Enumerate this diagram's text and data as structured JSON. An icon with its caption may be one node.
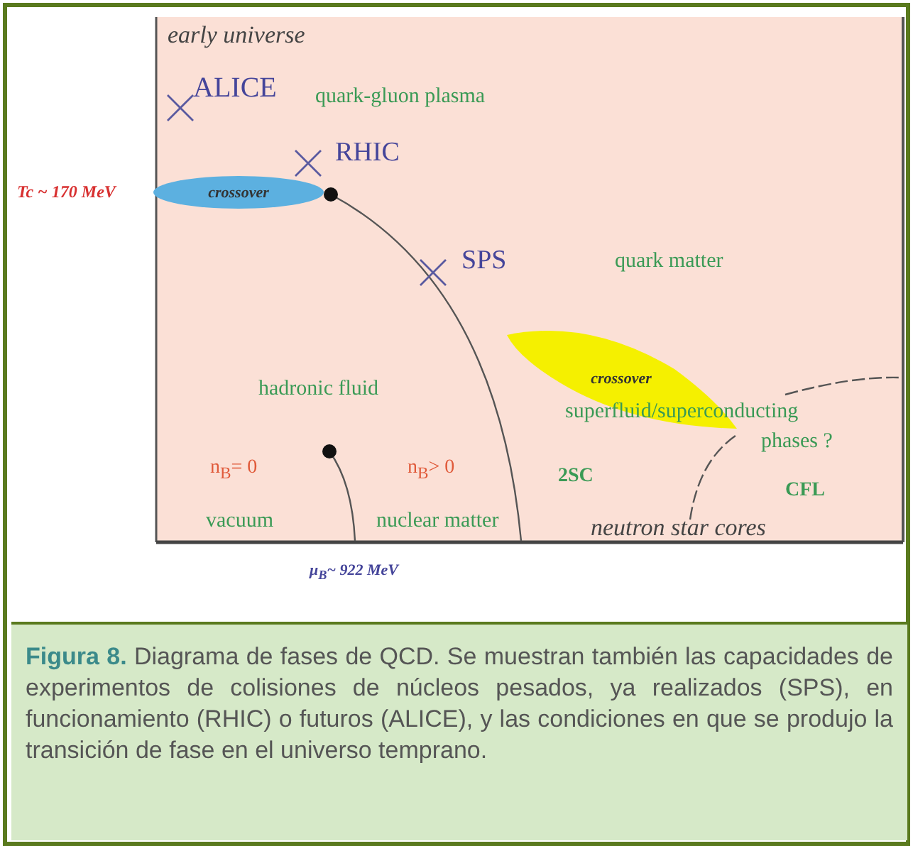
{
  "diagram": {
    "caption": "**Figura 8.** Diagrama de fases de QCD. Se muestran también las capacidades de experimentos de colisiones de núcleos pesados, ya realizados (SPS), en funcionamiento (RHIC) o futuros (ALICE), y las condiciones en que se produjo la transición de fase en el universo temprano.",
    "nodes": [
      {
        "text": [
          "crossover"
        ]
      },
      {
        "text": [
          "crossover"
        ]
      }
    ],
    "labels": [
      "early universe",
      "ALICE",
      "quark-gluon plasma",
      "RHIC",
      "Tc ~ 170 MeV",
      "SPS",
      "quark matter",
      "hadronic fluid",
      "superfluid/superconducting",
      "phases ?",
      "n$_{B}$= 0",
      "n$_{B}$> 0",
      "2SC",
      "CFL",
      "vacuum",
      "nuclear matter",
      "neutron star cores",
      "μ$_{B}$~ 922 MeV"
    ]
  }
}
